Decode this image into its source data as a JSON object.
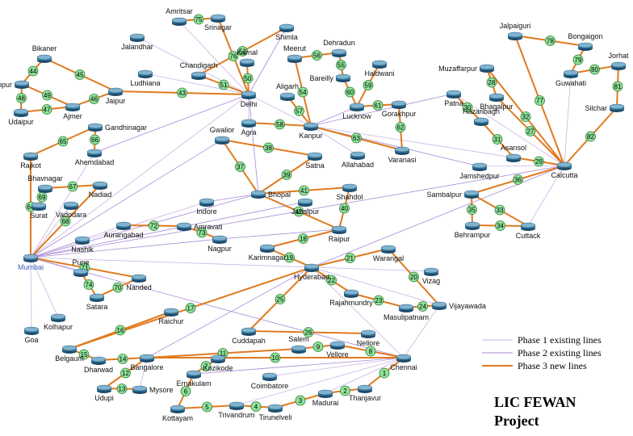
{
  "title": {
    "line1": "LIC FEWAN",
    "line2": "Project"
  },
  "legend": [
    {
      "label": "Phase 1 existing lines",
      "color": "#c9b4e6",
      "width": 1
    },
    {
      "label": "Phase 2 existing lines",
      "color": "#a989d8",
      "width": 1
    },
    {
      "label": "Phase 3 new lines",
      "color": "#e07a1e",
      "width": 2
    }
  ],
  "hub_city": "Mumbai",
  "cities": {
    "Amritsar": "Amritsar",
    "Srinagar": "Srinagar",
    "Jalandhar": "Jalandhar",
    "Shimla": "Shimla",
    "Karnal": "Karnal",
    "Chandigarh": "Chandigarh",
    "Meerut": "Meerut",
    "Dehradun": "Dehradun",
    "Haldwani": "Haldwani",
    "Bareilly": "Bareilly",
    "Lucknow": "Lucknow",
    "Gorakhpur": "Gorakhpur",
    "Varanasi": "Varanasi",
    "Allahabad": "Allahabad",
    "Kanpur": "Kanpur",
    "Aligarh": "Aligarh",
    "Delhi": "Delhi",
    "Agra": "Agra",
    "Ludhiana": "Ludhiana",
    "Bikaner": "Bikaner",
    "Jodhpur": "Jodhpur",
    "Udaipur": "Udaipur",
    "Ajmer": "Ajmer",
    "Jaipur": "Jaipur",
    "Gandhinagar": "Gandhinagar",
    "Rajkot": "Rajkot",
    "Ahmedabad": "Ahemdabad",
    "Bhavnagar": "Bhavnagar",
    "Nadiad": "Nadiad",
    "Surat": "Surat",
    "Vadodara": "Vadodara",
    "Mumbai": "Mumbai",
    "Gwalior": "Gwalior",
    "Satna": "Satna",
    "Bhopal": "Bhopal",
    "Jabalpur": "Jabalpur",
    "Shahdol": "Shahdol",
    "Indore": "Indore",
    "Aurangabad": "Aurangabad",
    "Amravati": "Amravati",
    "Nagpur": "Nagpur",
    "Nashik": "Nashik",
    "Raipur": "Raipur",
    "Karimnagar": "Karimnagar",
    "Warangal": "Warangal",
    "Hyderabad": "Hyderabad",
    "Vizag": "Vizag",
    "Rajahmundry": "Rajahmundry",
    "Masulipatnam": "Masulipatnam",
    "Vijayawada": "Vijayawada",
    "Pune": "Pune",
    "Satara": "Satara",
    "Nanded": "Nanded",
    "Kolhapur": "Kolhapur",
    "Goa": "Goa",
    "Raichur": "Raichur",
    "Belgaum": "Belgaum",
    "Dharwad": "Dharwad",
    "Bangalore": "Bangalore",
    "Udupi": "Udupi",
    "Mysore": "Mysore",
    "Cuddapah": "Cuddapah",
    "Salem": "Salem",
    "Vellore": "Vellore",
    "Nellore": "Nellore",
    "Chennai": "Chennai",
    "Kozikode": "Kozikode",
    "Coimbatore": "Coimbatore",
    "Ernakulam": "Ernakulam",
    "Kottayam": "Kottayam",
    "Trivandrum": "Trivandrum",
    "Tirunelveli": "Tirunelveli",
    "Madurai": "Madurai",
    "Thanjavur": "Thanjavur",
    "Jalpaiguri": "Jalpaiguri",
    "Bongaigon": "Bongaigon",
    "Jorhat": "Jorhat",
    "Muzaffarpur": "Muzaffarpur",
    "Guwahati": "Guwahati",
    "Silchar": "Silchar",
    "Patna": "Patna",
    "Bhagalpur": "Bhagalpur",
    "Hazaribagh": "Hazaribagh",
    "Asansol": "Asansol",
    "Jamshedpur": "Jamshedpur",
    "Calcutta": "Calcutta",
    "Sambalpur": "Sambalpur",
    "Behrampur": "Behrampur",
    "Cuttack": "Cuttack"
  },
  "phase3_links": [
    {
      "from": "Amritsar",
      "to": "Srinagar",
      "label": "75"
    },
    {
      "from": "Srinagar",
      "to": "Delhi",
      "label": "76"
    },
    {
      "from": "Shimla",
      "to": "Chandigarh",
      "label": "52"
    },
    {
      "from": "Karnal",
      "to": "Delhi",
      "label": "50"
    },
    {
      "from": "Chandigarh",
      "to": "Delhi",
      "label": "51"
    },
    {
      "from": "Meerut",
      "to": "Dehradun",
      "label": "56"
    },
    {
      "from": "Meerut",
      "to": "Kanpur",
      "label": "54"
    },
    {
      "from": "Dehradun",
      "to": "Bareilly",
      "label": "55"
    },
    {
      "from": "Bareilly",
      "to": "Lucknow",
      "label": "60"
    },
    {
      "from": "Haldwani",
      "to": "Lucknow",
      "label": "59"
    },
    {
      "from": "Lucknow",
      "to": "Gorakhpur",
      "label": "61"
    },
    {
      "from": "Gorakhpur",
      "to": "Varanasi",
      "label": "62"
    },
    {
      "from": "Kanpur",
      "to": "Varanasi",
      "label": "63"
    },
    {
      "from": "Aligarh",
      "to": "Kanpur",
      "label": "57"
    },
    {
      "from": "Agra",
      "to": "Kanpur",
      "label": "58"
    },
    {
      "from": "Bikaner",
      "to": "Jodhpur",
      "label": "44"
    },
    {
      "from": "Bikaner",
      "to": "Jaipur",
      "label": "45"
    },
    {
      "from": "Jodhpur",
      "to": "Udaipur",
      "label": "48"
    },
    {
      "from": "Jodhpur",
      "to": "Ajmer",
      "label": "49"
    },
    {
      "from": "Udaipur",
      "to": "Ajmer",
      "label": "47"
    },
    {
      "from": "Ajmer",
      "to": "Jaipur",
      "label": "46"
    },
    {
      "from": "Jaipur",
      "to": "Delhi",
      "label": "43"
    },
    {
      "from": "Rajkot",
      "to": "Gandhinagar",
      "label": "65"
    },
    {
      "from": "Gandhinagar",
      "to": "Ahmedabad",
      "label": "66"
    },
    {
      "from": "Bhavnagar",
      "to": "Nadiad",
      "label": "67"
    },
    {
      "from": "Rajkot",
      "to": "Mumbai",
      "label": "64"
    },
    {
      "from": "Surat",
      "to": "Bhavnagar",
      "label": "69"
    },
    {
      "from": "Nadiad",
      "to": "Mumbai",
      "label": "68"
    },
    {
      "from": "Gwalior",
      "to": "Satna",
      "label": "38"
    },
    {
      "from": "Gwalior",
      "to": "Bhopal",
      "label": "37"
    },
    {
      "from": "Satna",
      "to": "Bhopal",
      "label": "39"
    },
    {
      "from": "Bhopal",
      "to": "Shahdol",
      "label": "41"
    },
    {
      "from": "Bhopal",
      "to": "Raipur",
      "label": "42"
    },
    {
      "from": "Shahdol",
      "to": "Raipur",
      "label": "40"
    },
    {
      "from": "Aurangabad",
      "to": "Amravati",
      "label": "72"
    },
    {
      "from": "Amravati",
      "to": "Nagpur",
      "label": "73"
    },
    {
      "from": "Mumbai",
      "to": "Nanded",
      "label": "71"
    },
    {
      "from": "Pune",
      "to": "Satara",
      "label": "74"
    },
    {
      "from": "Satara",
      "to": "Nanded",
      "label": "70"
    },
    {
      "from": "Karimnagar",
      "to": "Raipur",
      "label": "18"
    },
    {
      "from": "Karimnagar",
      "to": "Hyderabad",
      "label": "19"
    },
    {
      "from": "Hyderabad",
      "to": "Warangal",
      "label": "21"
    },
    {
      "from": "Warangal",
      "to": "Vijayawada",
      "label": "20"
    },
    {
      "from": "Hyderabad",
      "to": "Rajahmundry",
      "label": "22"
    },
    {
      "from": "Rajahmundry",
      "to": "Masulipatnam",
      "label": "23"
    },
    {
      "from": "Masulipatnam",
      "to": "Vijayawada",
      "label": "24"
    },
    {
      "from": "Hyderabad",
      "to": "Belgaum",
      "label": "17"
    },
    {
      "from": "Raichur",
      "to": "Belgaum",
      "label": "16"
    },
    {
      "from": "Hyderabad",
      "to": "Cuddapah",
      "label": "25"
    },
    {
      "from": "Cuddapah",
      "to": "Nellore",
      "label": "26"
    },
    {
      "from": "Belgaum",
      "to": "Dharwad",
      "label": "15"
    },
    {
      "from": "Dharwad",
      "to": "Bangalore",
      "label": "14"
    },
    {
      "from": "Bangalore",
      "to": "Udupi",
      "label": "12"
    },
    {
      "from": "Udupi",
      "to": "Mysore",
      "label": "13"
    },
    {
      "from": "Bangalore",
      "to": "Salem",
      "label": "11"
    },
    {
      "from": "Bangalore",
      "to": "Chennai",
      "label": "10"
    },
    {
      "from": "Salem",
      "to": "Vellore",
      "label": "9"
    },
    {
      "from": "Vellore",
      "to": "Chennai",
      "label": "8"
    },
    {
      "from": "Kozikode",
      "to": "Ernakulam",
      "label": "7"
    },
    {
      "from": "Ernakulam",
      "to": "Kottayam",
      "label": "6"
    },
    {
      "from": "Kottayam",
      "to": "Trivandrum",
      "label": "5"
    },
    {
      "from": "Trivandrum",
      "to": "Tirunelveli",
      "label": "4"
    },
    {
      "from": "Tirunelveli",
      "to": "Madurai",
      "label": "3"
    },
    {
      "from": "Madurai",
      "to": "Thanjavur",
      "label": "2"
    },
    {
      "from": "Thanjavur",
      "to": "Chennai",
      "label": "1"
    },
    {
      "from": "Jalpaiguri",
      "to": "Bongaigon",
      "label": "78"
    },
    {
      "from": "Bongaigon",
      "to": "Guwahati",
      "label": "79"
    },
    {
      "from": "Guwahati",
      "to": "Jorhat",
      "label": "80"
    },
    {
      "from": "Jorhat",
      "to": "Silchar",
      "label": "81"
    },
    {
      "from": "Silchar",
      "to": "Calcutta",
      "label": "82"
    },
    {
      "from": "Jalpaiguri",
      "to": "Calcutta",
      "label": "77"
    },
    {
      "from": "Muzaffarpur",
      "to": "Bhagalpur",
      "label": "28"
    },
    {
      "from": "Bhagalpur",
      "to": "Calcutta",
      "label": "27"
    },
    {
      "from": "Patna",
      "to": "Hazaribagh",
      "label": "30"
    },
    {
      "from": "Hazaribagh",
      "to": "Asansol",
      "label": "31"
    },
    {
      "from": "Asansol",
      "to": "Calcutta",
      "label": "29"
    },
    {
      "from": "Sambalpur",
      "to": "Calcutta",
      "label": "36"
    },
    {
      "from": "Sambalpur",
      "to": "Behrampur",
      "label": "35"
    },
    {
      "from": "Sambalpur",
      "to": "Cuttack",
      "label": "33"
    },
    {
      "from": "Behrampur",
      "to": "Cuttack",
      "label": "34"
    },
    {
      "from": "Muzaffarpur",
      "to": "Calcutta",
      "label": "32"
    }
  ],
  "phase_lines": [
    {
      "from": "Delhi",
      "to": "Jalandhar",
      "phase": 1
    },
    {
      "from": "Delhi",
      "to": "Amritsar",
      "phase": 1
    },
    {
      "from": "Delhi",
      "to": "Ludhiana",
      "phase": 1
    },
    {
      "from": "Delhi",
      "to": "Shimla",
      "phase": 2
    },
    {
      "from": "Delhi",
      "to": "Kanpur",
      "phase": 1
    },
    {
      "from": "Delhi",
      "to": "Agra",
      "phase": 1
    },
    {
      "from": "Delhi",
      "to": "Bhopal",
      "phase": 2
    },
    {
      "from": "Delhi",
      "to": "Mumbai",
      "phase": 1
    },
    {
      "from": "Delhi",
      "to": "Ahmedabad",
      "phase": 2
    },
    {
      "from": "Kanpur",
      "to": "Allahabad",
      "phase": 1
    },
    {
      "from": "Kanpur",
      "to": "Calcutta",
      "phase": 1
    },
    {
      "from": "Kanpur",
      "to": "Jamshedpur",
      "phase": 2
    },
    {
      "from": "Kanpur",
      "to": "Patna",
      "phase": 2
    },
    {
      "from": "Kanpur",
      "to": "Lucknow",
      "phase": 2
    },
    {
      "from": "Mumbai",
      "to": "Indore",
      "phase": 1
    },
    {
      "from": "Mumbai",
      "to": "Nashik",
      "phase": 1
    },
    {
      "from": "Mumbai",
      "to": "Aurangabad",
      "phase": 1
    },
    {
      "from": "Mumbai",
      "to": "Nagpur",
      "phase": 2
    },
    {
      "from": "Mumbai",
      "to": "Pune",
      "phase": 1
    },
    {
      "from": "Mumbai",
      "to": "Kolhapur",
      "phase": 1
    },
    {
      "from": "Mumbai",
      "to": "Goa",
      "phase": 1
    },
    {
      "from": "Mumbai",
      "to": "Hyderabad",
      "phase": 1
    },
    {
      "from": "Mumbai",
      "to": "Calcutta",
      "phase": 2
    },
    {
      "from": "Mumbai",
      "to": "Ahmedabad",
      "phase": 1
    },
    {
      "from": "Mumbai",
      "to": "Jabalpur",
      "phase": 2
    },
    {
      "from": "Mumbai",
      "to": "Bhopal",
      "phase": 2
    },
    {
      "from": "Mumbai",
      "to": "Vadodara",
      "phase": 1
    },
    {
      "from": "Mumbai",
      "to": "Chennai",
      "phase": 2
    },
    {
      "from": "Hyderabad",
      "to": "Vizag",
      "phase": 1
    },
    {
      "from": "Hyderabad",
      "to": "Vijayawada",
      "phase": 1
    },
    {
      "from": "Hyderabad",
      "to": "Chennai",
      "phase": 1
    },
    {
      "from": "Hyderabad",
      "to": "Calcutta",
      "phase": 2
    },
    {
      "from": "Hyderabad",
      "to": "Bangalore",
      "phase": 2
    },
    {
      "from": "Chennai",
      "to": "Coimbatore",
      "phase": 1
    },
    {
      "from": "Chennai",
      "to": "Kozikode",
      "phase": 2
    },
    {
      "from": "Chennai",
      "to": "Madurai",
      "phase": 1
    },
    {
      "from": "Chennai",
      "to": "Trivandrum",
      "phase": 1
    },
    {
      "from": "Chennai",
      "to": "Bangalore",
      "phase": 1
    },
    {
      "from": "Chennai",
      "to": "Ernakulam",
      "phase": 2
    },
    {
      "from": "Chennai",
      "to": "Vijayawada",
      "phase": 1
    },
    {
      "from": "Bangalore",
      "to": "Mysore",
      "phase": 1
    },
    {
      "from": "Calcutta",
      "to": "Guwahati",
      "phase": 1
    },
    {
      "from": "Calcutta",
      "to": "Patna",
      "phase": 1
    },
    {
      "from": "Calcutta",
      "to": "Cuttack",
      "phase": 1
    },
    {
      "from": "Calcutta",
      "to": "Jamshedpur",
      "phase": 1
    },
    {
      "from": "Indore",
      "to": "Bhopal",
      "phase": 2
    },
    {
      "from": "Nagpur",
      "to": "Raipur",
      "phase": 2
    },
    {
      "from": "Gwalior",
      "to": "Mumbai",
      "phase": 2
    }
  ]
}
